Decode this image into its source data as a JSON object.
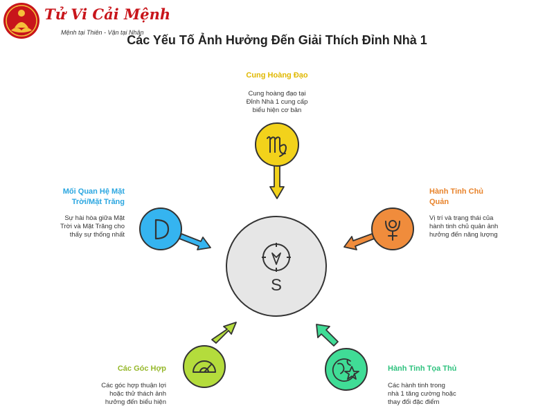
{
  "brand": {
    "name": "Tử Vi Cải Mệnh",
    "slogan": "Mệnh tại Thiên - Vận tại Nhân"
  },
  "title": "Các Yếu Tố Ảnh Hưởng Đến Giải Thích Đỉnh Nhà 1",
  "factors": {
    "zodiac": {
      "label": "Cung Hoàng Đạo",
      "desc_lines": [
        "Cung hoàng đạo tại",
        "Đỉnh Nhà 1 cung cấp",
        "biểu hiện cơ bản"
      ],
      "color": "#f2d21b",
      "icon": "virgo-icon"
    },
    "ruler": {
      "label_lines": [
        "Hành Tinh Chủ",
        "Quản"
      ],
      "desc_lines": [
        "Vị trí và trạng thái của",
        "hành tinh chủ quản ảnh",
        "hưởng đến năng lượng"
      ],
      "color": "#f08c3c",
      "icon": "pluto-icon"
    },
    "occupant": {
      "label": "Hành Tinh Tọa Thủ",
      "desc_lines": [
        "Các hành tinh trong",
        "nhà 1 tăng cường hoặc",
        "thay đổi đặc điểm"
      ],
      "color": "#40dc96",
      "icon": "planet-star-icon"
    },
    "aspects": {
      "label": "Các Góc Hợp",
      "desc_lines": [
        "Các góc hợp thuận lợi",
        "hoặc thử thách ảnh",
        "hưởng đến biểu hiện"
      ],
      "color": "#b4dc3c",
      "icon": "protractor-icon"
    },
    "sunmoon": {
      "label_lines": [
        "Mối Quan Hệ Mặt",
        "Trời/Mặt Trăng"
      ],
      "desc_lines": [
        "Sự hài hòa giữa Mặt",
        "Trời và Mặt Trăng cho",
        "thấy sự thống nhất"
      ],
      "color": "#35b4f0",
      "icon": "half-moon-icon"
    }
  },
  "center": {
    "icon": "compass-icon",
    "letter": "S",
    "color": "#e6e6e6"
  },
  "text_colors": {
    "zodiac": "#e0b800",
    "ruler": "#e8832b",
    "occupant": "#2ec27e",
    "aspects": "#96b82b",
    "sunmoon": "#2aa6e0"
  }
}
